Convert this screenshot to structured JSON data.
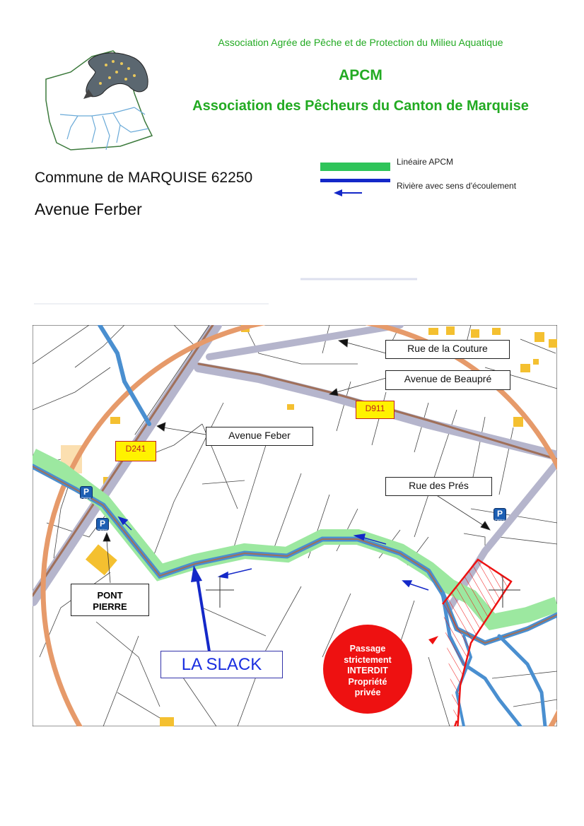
{
  "header": {
    "association_full": "Association Agrée de Pêche et de Protection du Milieu Aquatique",
    "acronym": "APCM",
    "association_name": "Association des Pêcheurs du Canton de Marquise"
  },
  "location": {
    "commune": "Commune de MARQUISE 62250",
    "street": "Avenue Ferber"
  },
  "legend": {
    "items": [
      {
        "label": "Linéaire APCM",
        "color": "#2fc45a"
      },
      {
        "label": "Rivière avec sens d'écoulement",
        "color": "#1428c8"
      }
    ]
  },
  "map": {
    "street_labels": [
      "Rue de la Couture",
      "Avenue de Beaupré",
      "Avenue Feber",
      "Rue des Prés"
    ],
    "road_numbers": [
      "D911",
      "D241"
    ],
    "landmark": {
      "line1": "PONT",
      "line2": "PIERRE"
    },
    "river_name": "LA SLACK",
    "forbidden_notice": {
      "lines": [
        "Passage",
        "strictement",
        "INTERDIT",
        "Propriété",
        "privée"
      ],
      "color": "#ee1111"
    },
    "parking_letter": "P",
    "parking_caption": "Parking",
    "colors": {
      "river": "#4a8fd0",
      "apcm_stretch": "#9ce8a0",
      "road": "#b0b0cc",
      "road_edge": "#a0705a",
      "buffer_circle": "#e69a6a",
      "building": "#f4c030"
    }
  }
}
